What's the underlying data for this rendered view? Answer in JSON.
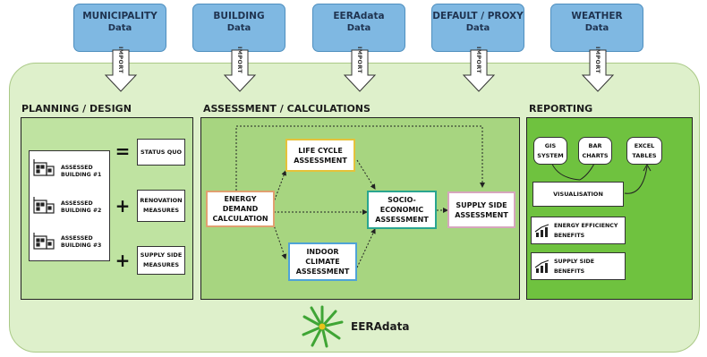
{
  "sources": [
    {
      "line1": "MUNICIPALITY",
      "line2": "Data"
    },
    {
      "line1": "BUILDING",
      "line2": "Data"
    },
    {
      "line1": "EERAdata",
      "line2": "Data"
    },
    {
      "line1": "DEFAULT / PROXY",
      "line2": "Data"
    },
    {
      "line1": "WEATHER",
      "line2": "Data"
    }
  ],
  "import_label": "IMPORT",
  "planning": {
    "title": "PLANNING / DESIGN",
    "buildings": [
      {
        "line1": "ASSESSED",
        "line2": "BUILDING #1"
      },
      {
        "line1": "ASSESSED",
        "line2": "BUILDING #2"
      },
      {
        "line1": "ASSESSED",
        "line2": "BUILDING #3"
      }
    ],
    "operators": [
      "=",
      "+",
      "+"
    ],
    "measures": [
      {
        "line1": "STATUS QUO",
        "line2": ""
      },
      {
        "line1": "RENOVATION",
        "line2": "MEASURES"
      },
      {
        "line1": "SUPPLY SIDE",
        "line2": "MEASURES"
      }
    ]
  },
  "assessment": {
    "title": "ASSESSMENT / CALCULATIONS",
    "energy": [
      "ENERGY",
      "DEMAND",
      "CALCULATION"
    ],
    "lca": [
      "LIFE CYCLE",
      "ASSESSMENT"
    ],
    "indoor": [
      "INDOOR",
      "CLIMATE",
      "ASSESSMENT"
    ],
    "socio": [
      "SOCIO-",
      "ECONOMIC",
      "ASSESSMENT"
    ],
    "supply": [
      "SUPPLY SIDE",
      "ASSESSMENT"
    ]
  },
  "reporting": {
    "title": "REPORTING",
    "gis": [
      "GIS",
      "SYSTEM"
    ],
    "bar": [
      "BAR",
      "CHARTS"
    ],
    "excel": [
      "EXCEL",
      "TABLES"
    ],
    "visualisation": "VISUALISATION",
    "ee_benefits": [
      "ENERGY EFFICIENCY",
      "BENEFITS"
    ],
    "ss_benefits": [
      "SUPPLY SIDE",
      "BENEFITS"
    ]
  },
  "logo_text": "EERAdata",
  "colors": {
    "source_fill": "#7fb8e2",
    "canvas": "#def0cb",
    "planning_panel": "#bfe3a1",
    "reporting_panel": "#6fc23f",
    "energy_border": "#e0a070",
    "lca_border": "#e5c23a",
    "indoor_border": "#4fa3d6",
    "socio_border": "#2aa58f",
    "supply_border": "#d6a6bd",
    "logo_green": "#3fa535"
  }
}
